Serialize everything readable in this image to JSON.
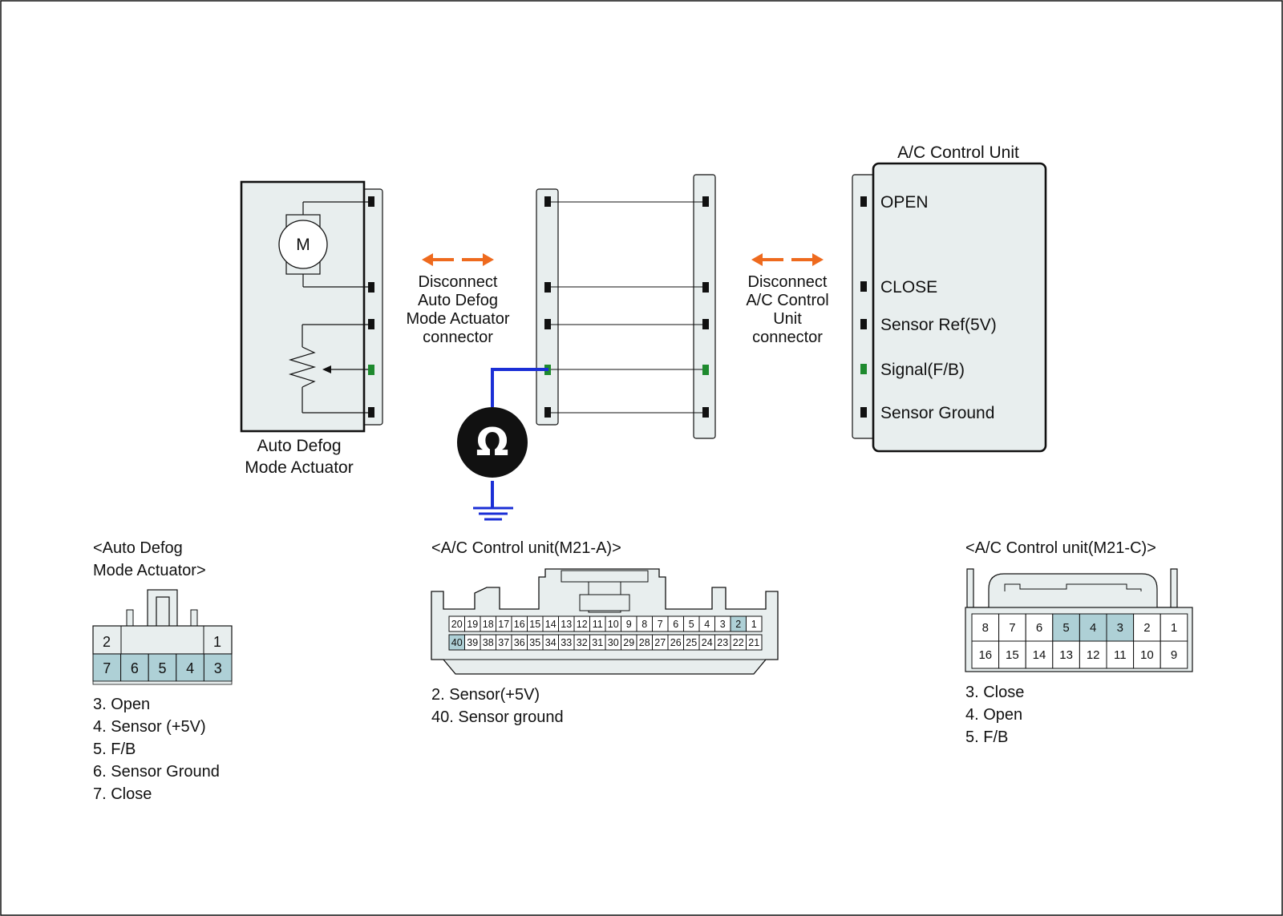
{
  "colors": {
    "panel_fill": "#e8eeee",
    "highlight_pin": "#aed0d6",
    "signal_green": "#1e8a2e",
    "arrow_orange": "#ee6a1e",
    "probe_blue": "#1b2fd6",
    "outline": "#111111"
  },
  "actuator": {
    "name_line1": "Auto Defog",
    "name_line2": "Mode Actuator",
    "motor_symbol": "M"
  },
  "disconnect_left": [
    "Disconnect",
    "Auto Defog",
    "Mode Actuator",
    "connector"
  ],
  "disconnect_right": [
    "Disconnect",
    "A/C Control",
    "Unit",
    "connector"
  ],
  "control_unit": {
    "title": "A/C Control Unit",
    "terminals": [
      {
        "label": "OPEN",
        "color": "#111111"
      },
      {
        "label": "CLOSE",
        "color": "#111111"
      },
      {
        "label": "Sensor Ref(5V)",
        "color": "#111111"
      },
      {
        "label": "Signal(F/B)",
        "color": "#1e8a2e"
      },
      {
        "label": "Sensor Ground",
        "color": "#111111"
      }
    ]
  },
  "meter": {
    "symbol": "Ω",
    "icon": "ohmmeter-icon"
  },
  "connector_actuator": {
    "title_line1": "<Auto Defog",
    "title_line2": "Mode Actuator>",
    "top_pins": [
      "2",
      "1"
    ],
    "bottom_pins": [
      "7",
      "6",
      "5",
      "4",
      "3"
    ],
    "legend": [
      {
        "text": "3. Open",
        "color": "#111111"
      },
      {
        "text": "4. Sensor (+5V)",
        "color": "#111111"
      },
      {
        "text": "5. F/B",
        "color": "#1e8a2e"
      },
      {
        "text": "6. Sensor Ground",
        "color": "#111111"
      },
      {
        "text": "7. Close",
        "color": "#111111"
      }
    ]
  },
  "connector_m21a": {
    "title": "<A/C Control unit(M21-A)>",
    "top_pins": [
      "20",
      "19",
      "18",
      "17",
      "16",
      "15",
      "14",
      "13",
      "12",
      "11",
      "10",
      "9",
      "8",
      "7",
      "6",
      "5",
      "4",
      "3",
      "2",
      "1"
    ],
    "bottom_pins": [
      "40",
      "39",
      "38",
      "37",
      "36",
      "35",
      "34",
      "33",
      "32",
      "31",
      "30",
      "29",
      "28",
      "27",
      "26",
      "25",
      "24",
      "23",
      "22",
      "21"
    ],
    "highlighted": [
      "2",
      "40"
    ],
    "legend": [
      {
        "text": "2. Sensor(+5V)",
        "color": "#111111"
      },
      {
        "text": "40. Sensor ground",
        "color": "#111111"
      }
    ]
  },
  "connector_m21c": {
    "title": "<A/C Control unit(M21-C)>",
    "top_pins": [
      "8",
      "7",
      "6",
      "5",
      "4",
      "3",
      "2",
      "1"
    ],
    "bottom_pins": [
      "16",
      "15",
      "14",
      "13",
      "12",
      "11",
      "10",
      "9"
    ],
    "highlighted": [
      "5",
      "4",
      "3"
    ],
    "legend": [
      {
        "text": "3. Close",
        "color": "#111111"
      },
      {
        "text": "4. Open",
        "color": "#111111"
      },
      {
        "text": "5. F/B",
        "color": "#1e8a2e"
      }
    ]
  }
}
